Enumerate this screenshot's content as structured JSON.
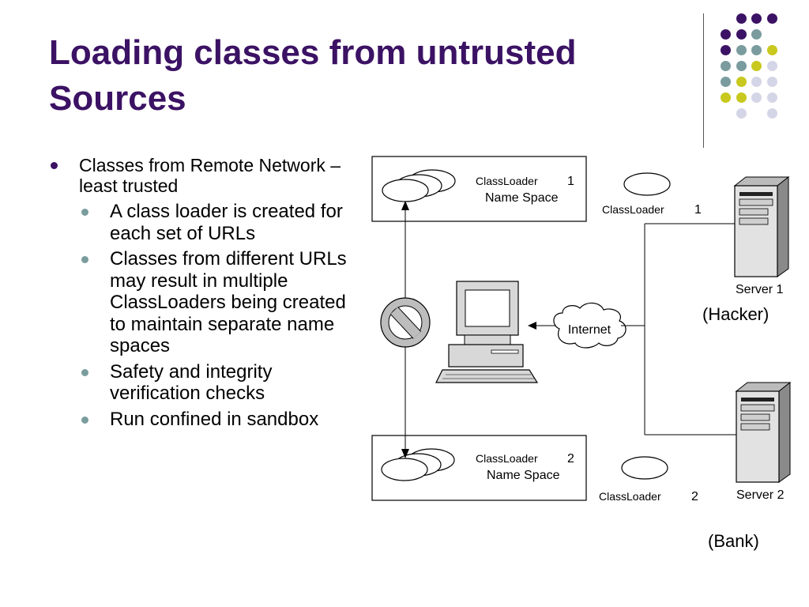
{
  "slide": {
    "title_line1": "Loading classes from untrusted",
    "title_line2": "Sources"
  },
  "theme": {
    "title_color": "#3b1264",
    "dot_purple": "#3b1264",
    "dot_teal": "#7a9c9e",
    "dot_yellow": "#c8c81e",
    "dot_lavender": "#d5d5e8"
  },
  "bullets": {
    "main": "Classes from Remote Network – least trusted",
    "sub": [
      "A class loader is created for each set of URLs",
      "Classes from different URLs may result in multiple ClassLoaders being created to maintain separate name spaces",
      "Safety and integrity verification checks",
      "Run confined in sandbox"
    ]
  },
  "diagram": {
    "ns1_classloader": "ClassLoader",
    "ns1_number": "1",
    "ns1_label": "Name Space",
    "ns2_classloader": "ClassLoader",
    "ns2_number": "2",
    "ns2_label": "Name Space",
    "cl1_classloader": "ClassLoader",
    "cl1_number": "1",
    "cl2_classloader": "ClassLoader",
    "cl2_number": "2",
    "internet_label": "Internet",
    "server1_label": "Server 1",
    "server2_label": "Server 2",
    "hacker_note": "(Hacker)",
    "bank_note": "(Bank)"
  }
}
